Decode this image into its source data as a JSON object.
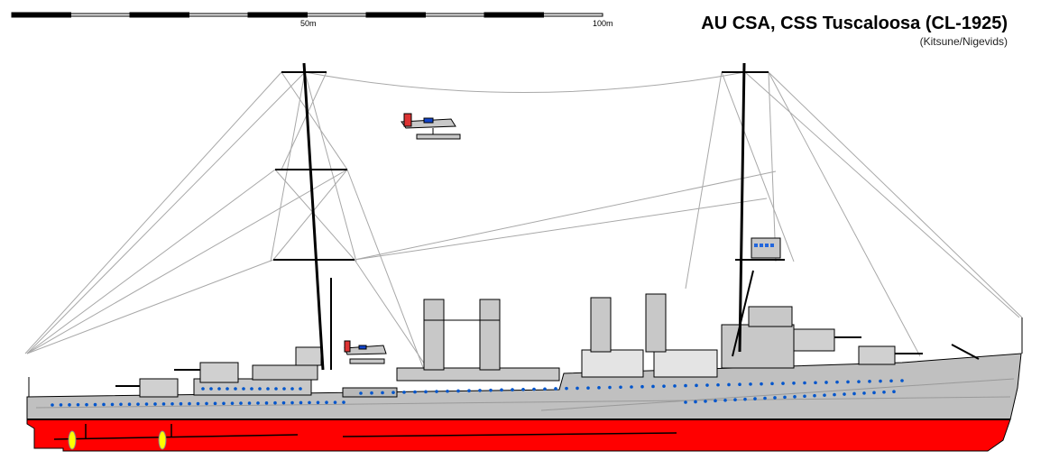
{
  "header": {
    "title": "AU CSA, CSS Tuscaloosa (CL-1925)",
    "credits": "(Kitsune/Nigevids)"
  },
  "scale_bar": {
    "labels": [
      "50m",
      "100m"
    ],
    "segments": 10
  },
  "colors": {
    "hull_upper": "#c0c0c0",
    "hull_lower": "#ff0000",
    "porthole": "#0055cc",
    "propeller": "#ffff00",
    "rigging": "#a8a8a8"
  }
}
